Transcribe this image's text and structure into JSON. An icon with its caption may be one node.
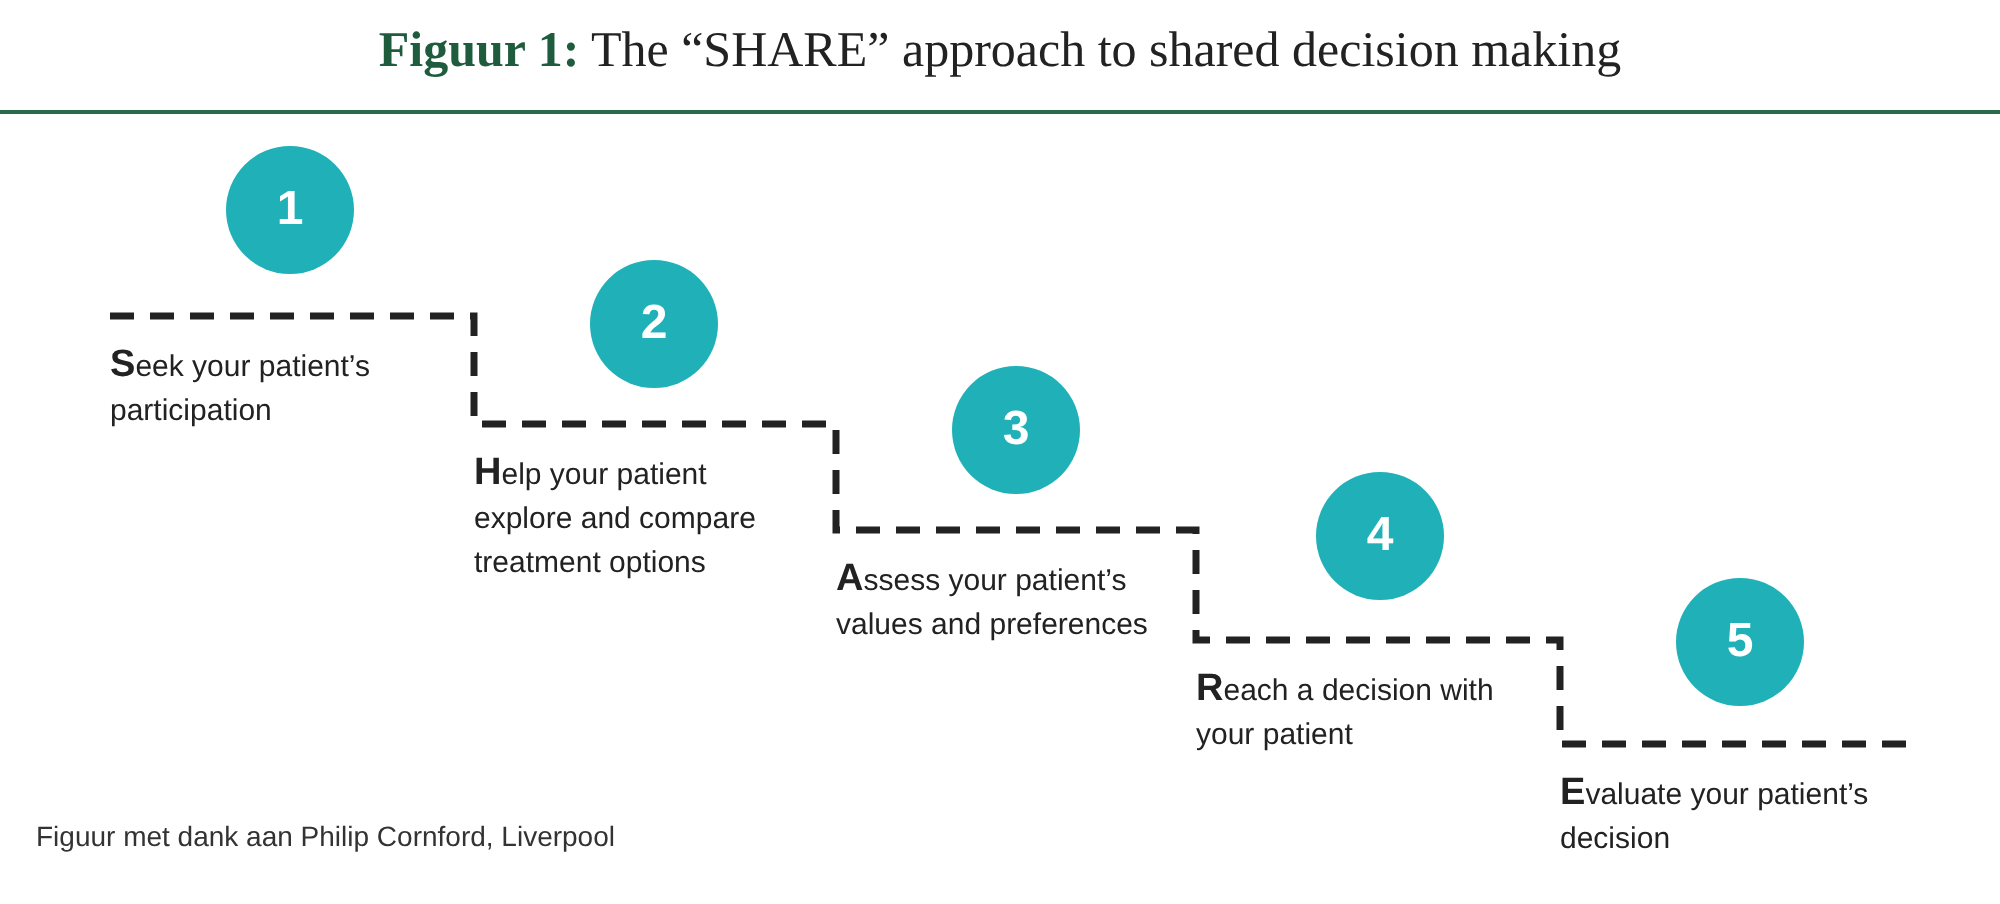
{
  "diagram": {
    "title": "**Figuur 1:** The “SHARE” approach to shared decision making",
    "caption": "Figuur met dank aan Philip Cornford, Liverpool",
    "nodes": [
      {
        "text": [
          "1"
        ],
        "beside": [
          "**S**eek your patient’s participation"
        ]
      },
      {
        "text": [
          "2"
        ],
        "beside": [
          "**H**elp your patient explore and compare treatment options"
        ]
      },
      {
        "text": [
          "3"
        ],
        "beside": [
          "**A**ssess your patient’s values and preferences"
        ]
      },
      {
        "text": [
          "4"
        ],
        "beside": [
          "**R**each a decision with your patient"
        ]
      },
      {
        "text": [
          "5"
        ],
        "beside": [
          "**E**valuate your patient’s decision"
        ]
      }
    ],
    "edges": []
  }
}
